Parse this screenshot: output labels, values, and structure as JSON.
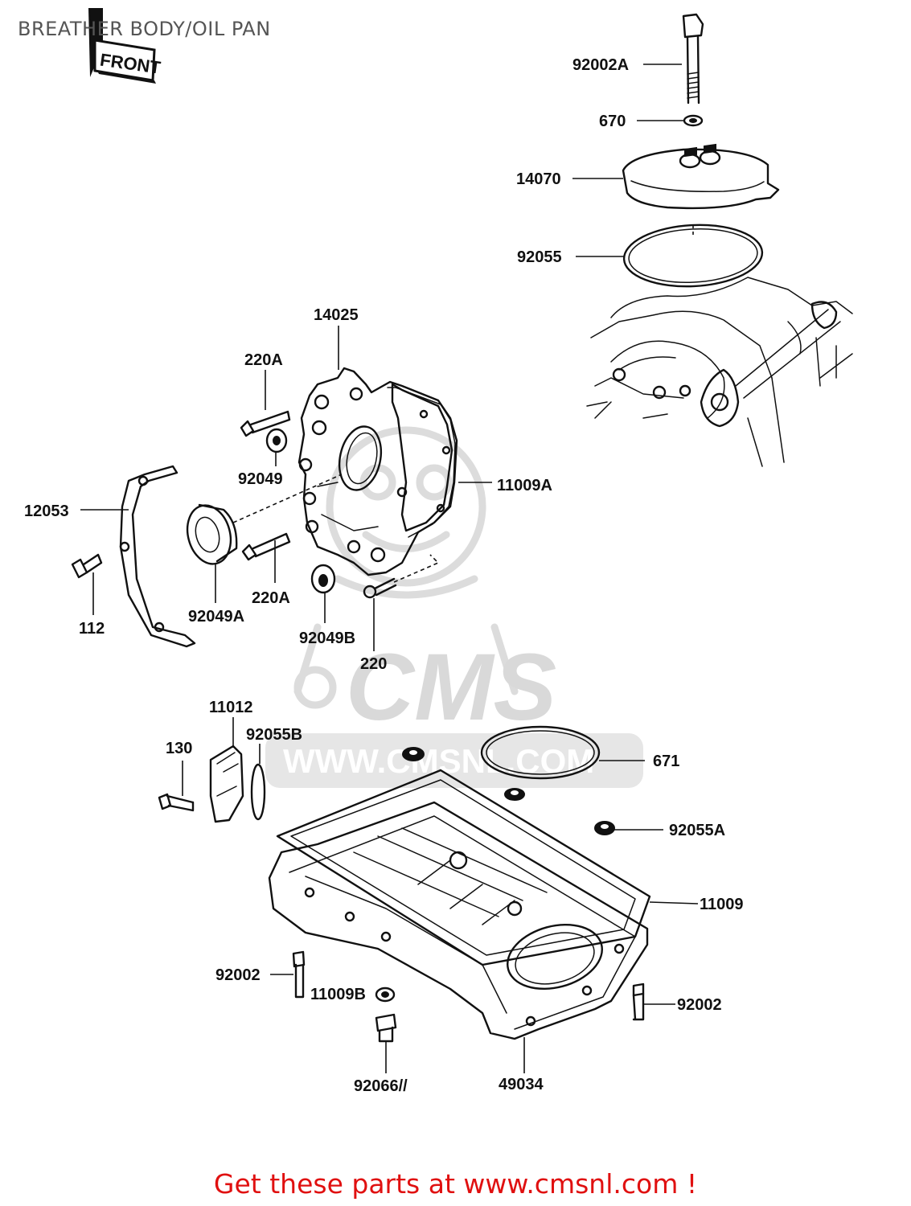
{
  "title": "BREATHER BODY/OIL PAN",
  "front_marker": "FRONT",
  "watermark": {
    "logo_text": "CMS",
    "url_text": "WWW.CMSNL.COM"
  },
  "footer": {
    "link_text": "Get these parts at www.cmsnl.com !",
    "color": "#e01010"
  },
  "callouts": [
    {
      "id": "92002a",
      "label": "92002A"
    },
    {
      "id": "670",
      "label": "670"
    },
    {
      "id": "14070",
      "label": "14070"
    },
    {
      "id": "92055",
      "label": "92055"
    },
    {
      "id": "14025",
      "label": "14025"
    },
    {
      "id": "220a-top",
      "label": "220A"
    },
    {
      "id": "92049",
      "label": "92049"
    },
    {
      "id": "11009a",
      "label": "11009A"
    },
    {
      "id": "12053",
      "label": "12053"
    },
    {
      "id": "112",
      "label": "112"
    },
    {
      "id": "92049a",
      "label": "92049A"
    },
    {
      "id": "220a-bottom",
      "label": "220A"
    },
    {
      "id": "92049b",
      "label": "92049B"
    },
    {
      "id": "220",
      "label": "220"
    },
    {
      "id": "11012",
      "label": "11012"
    },
    {
      "id": "92055b",
      "label": "92055B"
    },
    {
      "id": "130",
      "label": "130"
    },
    {
      "id": "671",
      "label": "671"
    },
    {
      "id": "92055a",
      "label": "92055A"
    },
    {
      "id": "11009",
      "label": "11009"
    },
    {
      "id": "92002-left",
      "label": "92002"
    },
    {
      "id": "11009b",
      "label": "11009B"
    },
    {
      "id": "92002-right",
      "label": "92002"
    },
    {
      "id": "92066",
      "label": "92066//"
    },
    {
      "id": "49034",
      "label": "49034"
    }
  ]
}
